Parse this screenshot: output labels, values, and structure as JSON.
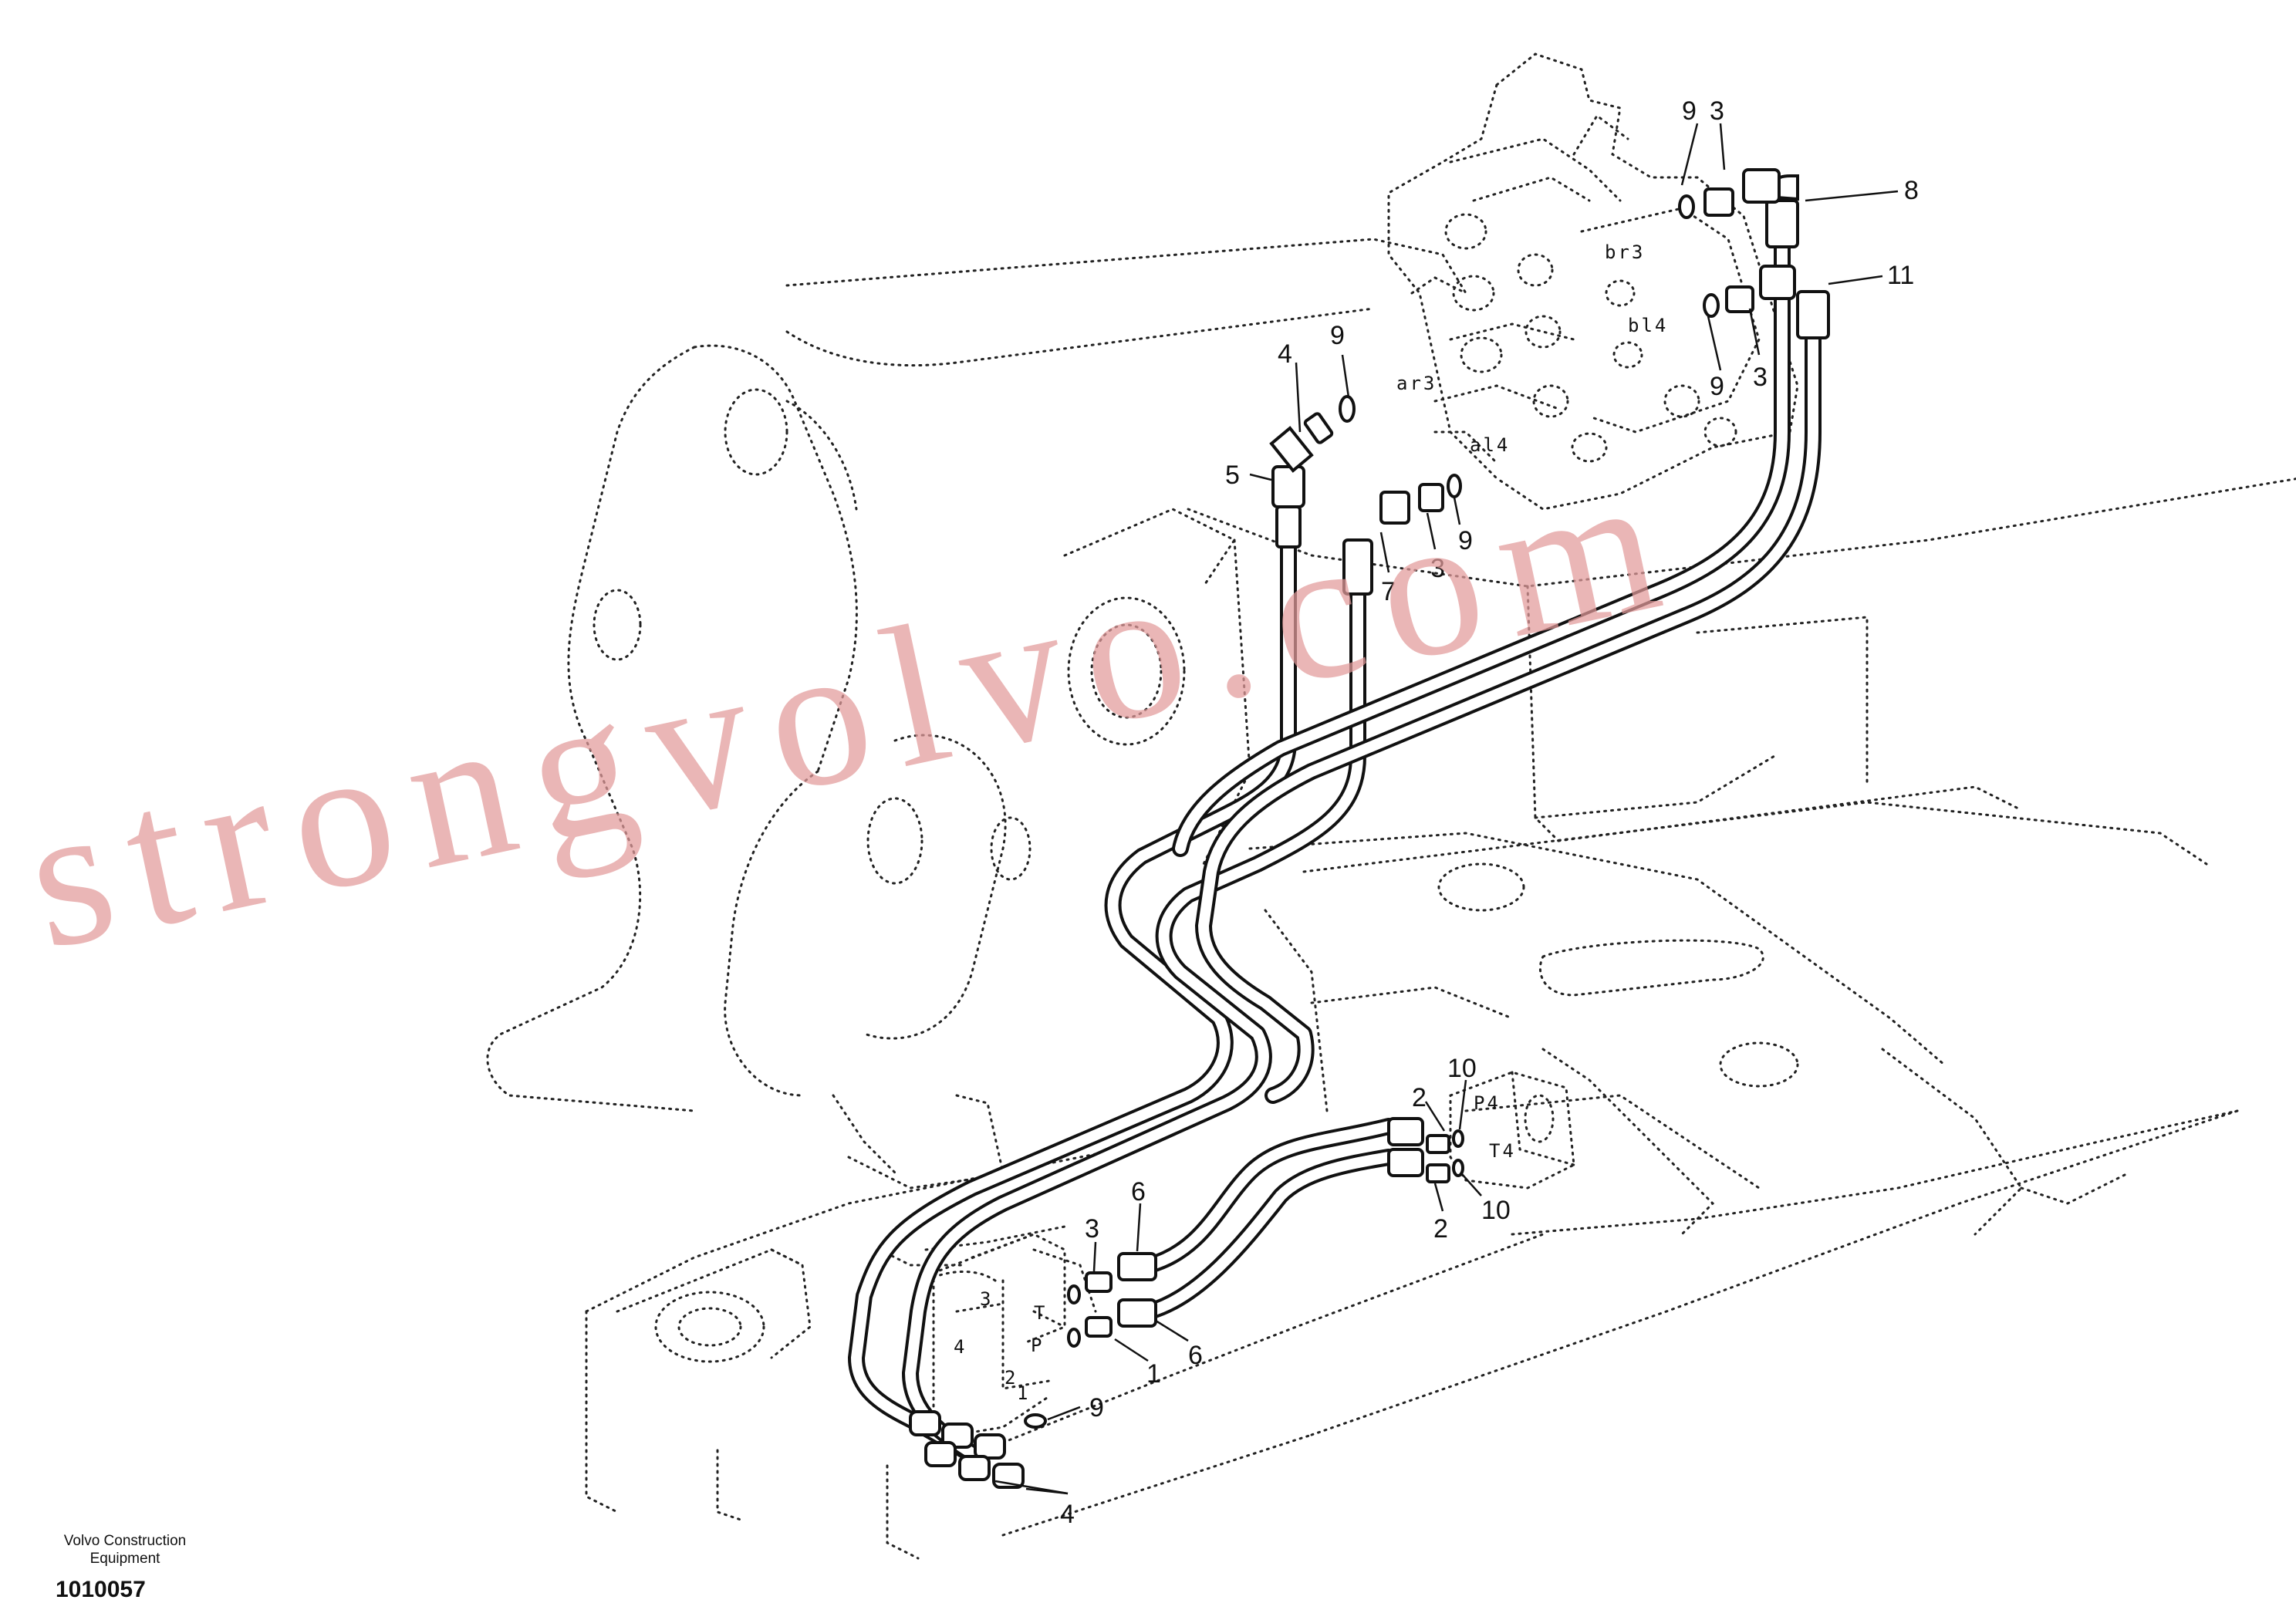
{
  "callouts": {
    "c9a": "9",
    "c3a": "3",
    "c8": "8",
    "c11": "11",
    "c3b": "3",
    "c9b": "9",
    "c9c": "9",
    "c4a": "4",
    "c5": "5",
    "c9d": "9",
    "c3c": "3",
    "c7": "7",
    "c10a": "10",
    "c2a": "2",
    "c10b": "10",
    "c2b": "2",
    "c6a": "6",
    "c3d": "3",
    "c1": "1",
    "c6b": "6",
    "c9e": "9",
    "c4b": "4"
  },
  "ports": {
    "br3": "br3",
    "bl4": "bl4",
    "ar3": "ar3",
    "al4": "al4",
    "p4": "P4",
    "t4": "T4",
    "t": "T",
    "p": "P",
    "n3": "3",
    "n4": "4",
    "n2": "2",
    "n1": "1"
  },
  "watermark": "strongvolvo.com",
  "footer": {
    "brand_line1": "Volvo Construction",
    "brand_line2": "Equipment",
    "drawing_number": "1010057"
  }
}
